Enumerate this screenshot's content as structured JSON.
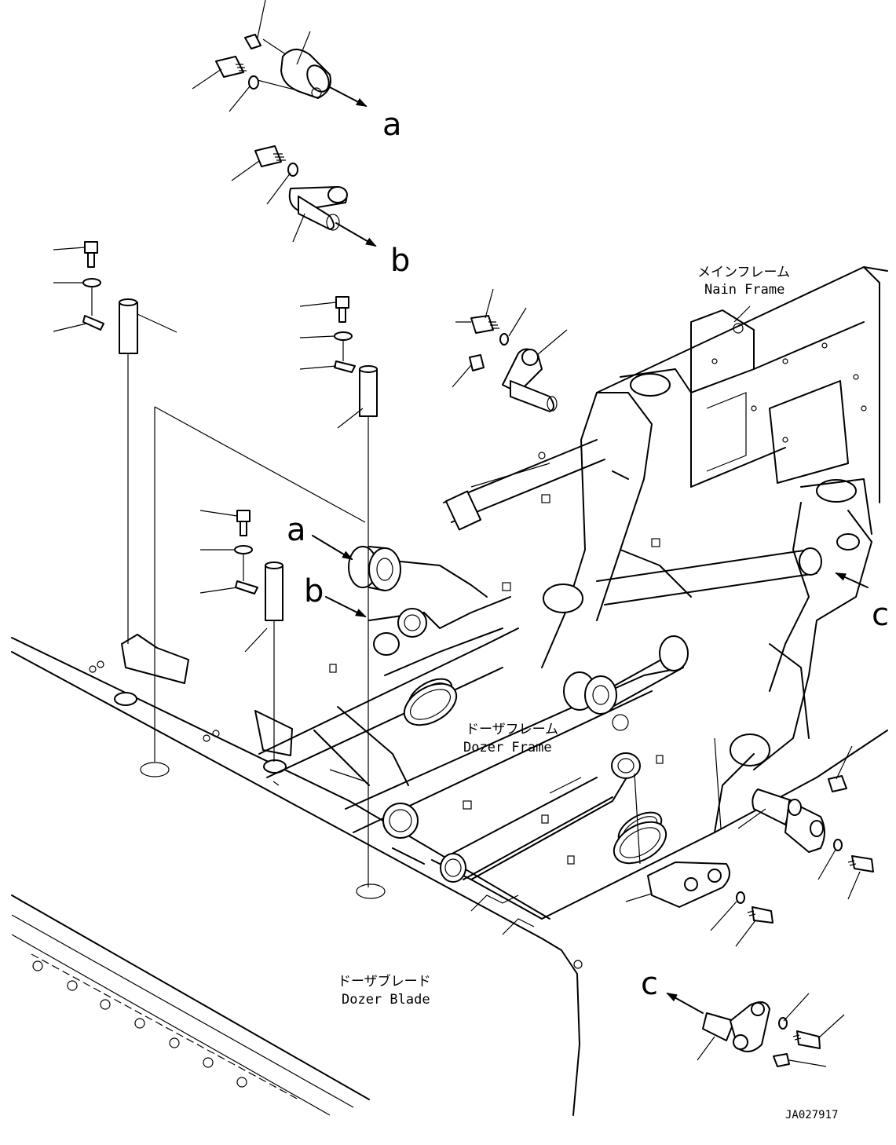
{
  "labels": {
    "main_frame_jp": "メインフレーム",
    "main_frame_en": "Nain Frame",
    "dozer_frame_jp": "ドーザフレーム",
    "dozer_frame_en": "Dozer Frame",
    "dozer_blade_jp": "ドーザブレード",
    "dozer_blade_en": "Dozer Blade"
  },
  "callouts": {
    "a_top": "a",
    "b_top": "b",
    "a_frame": "a",
    "b_frame": "b",
    "c_frame": "c",
    "c_bottom": "c"
  },
  "drawing_number": "JA027917"
}
